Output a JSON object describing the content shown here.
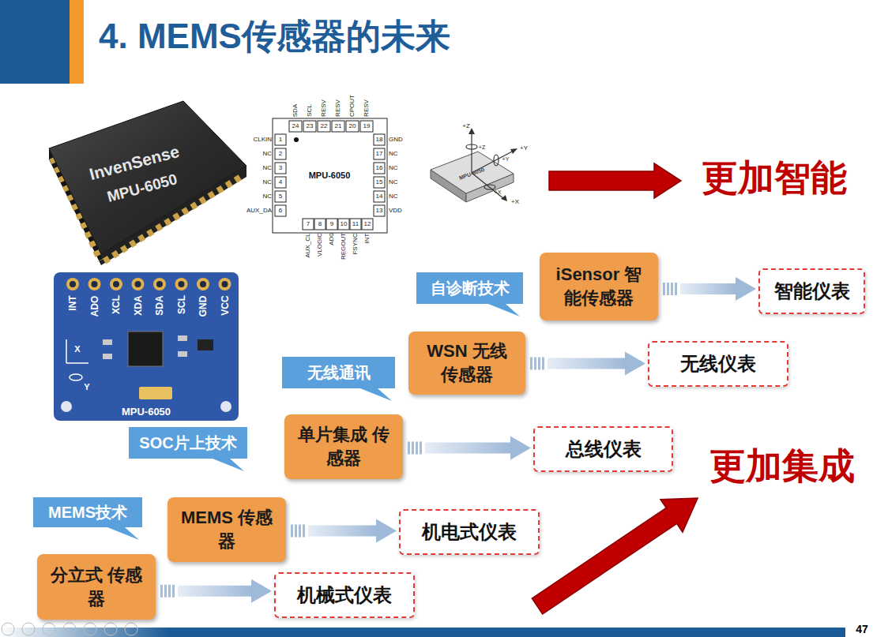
{
  "diagram": {
    "title": "4. MEMS传感器的未来",
    "nodes": [
      {
        "text": [
          "自诊断技术"
        ]
      },
      {
        "text": [
          "iSensor 智能传感器"
        ]
      },
      {
        "text": [
          "智能仪表"
        ]
      },
      {
        "text": [
          "无线通讯"
        ]
      },
      {
        "text": [
          "WSN 无线传感器"
        ]
      },
      {
        "text": [
          "无线仪表"
        ]
      },
      {
        "text": [
          "SOC片上技术"
        ]
      },
      {
        "text": [
          "单片集成 传感器"
        ]
      },
      {
        "text": [
          "总线仪表"
        ]
      },
      {
        "text": [
          "MEMS技术"
        ]
      },
      {
        "text": [
          "MEMS 传感器"
        ]
      },
      {
        "text": [
          "机电式仪表"
        ]
      },
      {
        "text": [
          "分立式 传感器"
        ]
      },
      {
        "text": [
          "机械式仪表"
        ]
      }
    ],
    "edges": [
      {
        "from": 1,
        "to": 2,
        "arrow": "to"
      },
      {
        "from": 4,
        "to": 5,
        "arrow": "to"
      },
      {
        "from": 7,
        "to": 8,
        "arrow": "to"
      },
      {
        "from": 10,
        "to": 11,
        "arrow": "to"
      },
      {
        "from": 12,
        "to": 13,
        "arrow": "to"
      }
    ],
    "labels": [
      "InvenSense",
      "MPU-6050",
      "SDA",
      "SCL",
      "RESV",
      "RESV",
      "CPOUT",
      "RESV",
      "24",
      "23",
      "22",
      "21",
      "20",
      "19",
      "CLKIN",
      "NC",
      "NC",
      "NC",
      "NC",
      "AUX_DA",
      "1",
      "2",
      "3",
      "4",
      "5",
      "6",
      "MPU-6050",
      "18",
      "17",
      "16",
      "15",
      "14",
      "13",
      "GND",
      "NC",
      "NC",
      "NC",
      "NC",
      "VDD",
      "7",
      "8",
      "9",
      "10",
      "11",
      "12",
      "AUX_CL",
      "VLOGIC",
      "AD0",
      "REGOUT",
      "FSYNC",
      "INT",
      "+Z",
      "+Z",
      "+Y",
      "+Y",
      "MPU-6050",
      "+X",
      "+X",
      "更加智能",
      "INT",
      "ADO",
      "XCL",
      "XDA",
      "SDA",
      "SCL",
      "GND",
      "VCC",
      "X",
      "Y",
      "MPU-6050",
      "更加集成",
      "47"
    ]
  }
}
